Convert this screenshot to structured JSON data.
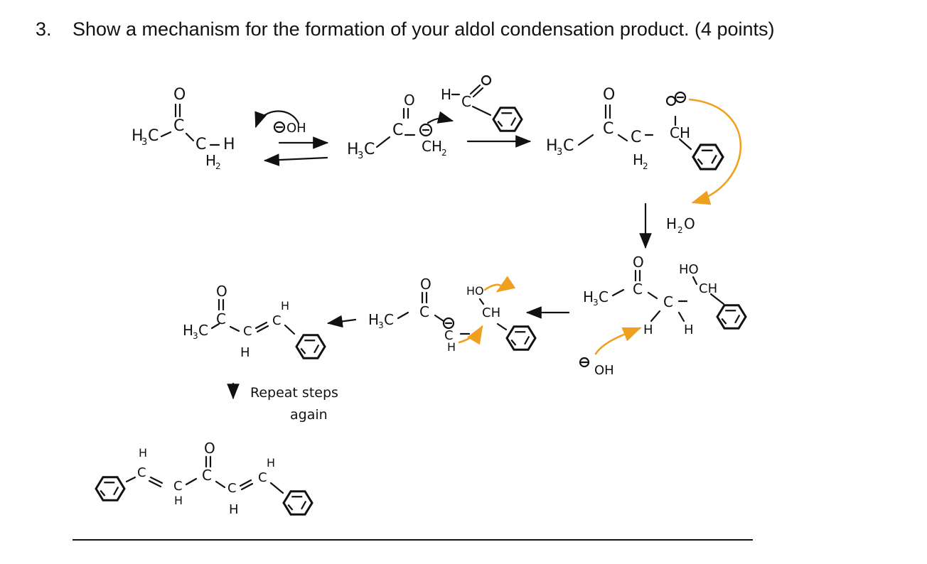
{
  "question": {
    "number": "3.",
    "text": "Show a mechanism for the formation of your aldol condensation product. (4 points)"
  },
  "labels": {
    "h3c": "H",
    "sub3": "3",
    "c": "C",
    "h2": "H",
    "sub2": "2",
    "h": "H",
    "o": "O",
    "oh": "OH",
    "ho": "HO",
    "ch": "CH",
    "ch2": "CH",
    "h2o": "H",
    "h2o_o": "O",
    "minus": "−",
    "repeat_line1": "Repeat steps",
    "repeat_line2": "again"
  },
  "colors": {
    "ink": "#111111",
    "annotation": "#f0a020"
  }
}
